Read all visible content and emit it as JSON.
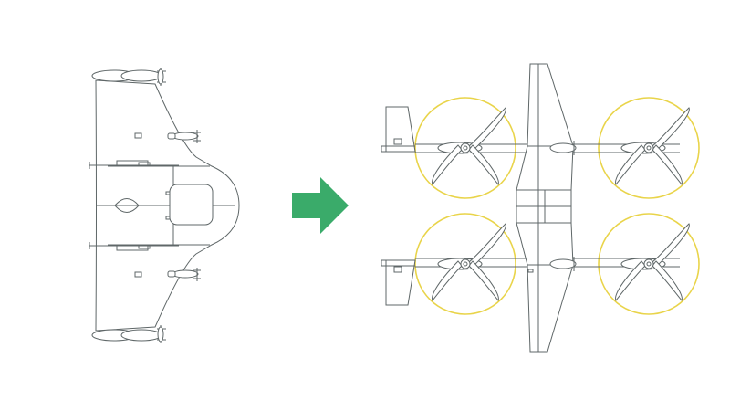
{
  "colors": {
    "background": "#ffffff",
    "line": "#5f6768",
    "rotor_ring": "#e9d44a",
    "arrow": "#3aab6a"
  },
  "icons": {
    "transition_arrow": "right-arrow-icon"
  },
  "diagram": {
    "left_panel": "flying-wing-aircraft",
    "right_panel": "quad-rotor-aircraft",
    "rotor_count": 4
  }
}
